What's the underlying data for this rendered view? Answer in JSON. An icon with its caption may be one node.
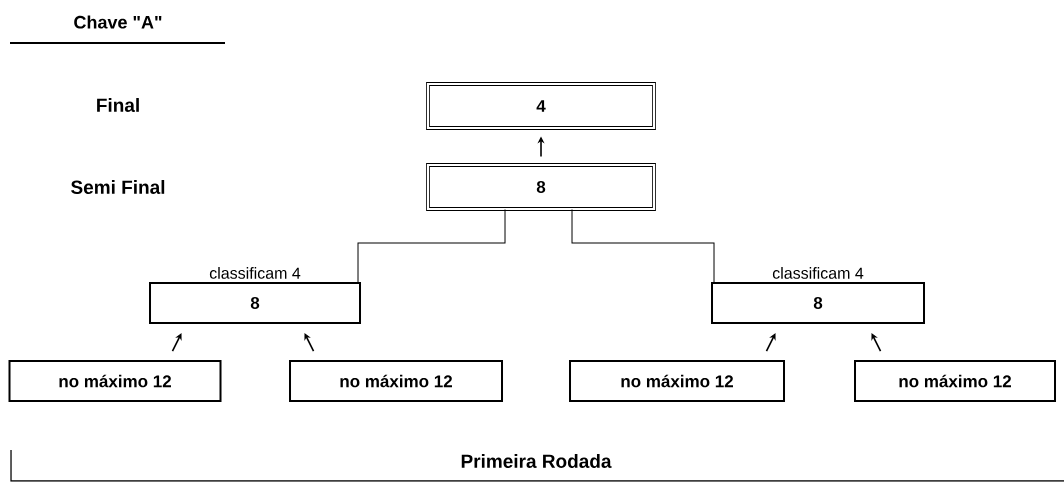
{
  "diagram": {
    "title": "Chave \"A\"",
    "nodes": [
      {
        "text": [
          "4"
        ]
      },
      {
        "text": [
          "8"
        ]
      },
      {
        "text": [
          "8"
        ],
        "beside": [
          "classificam 4"
        ]
      },
      {
        "text": [
          "8"
        ],
        "beside": [
          "classificam 4"
        ]
      },
      {
        "text": [
          "no máximo 12"
        ]
      },
      {
        "text": [
          "no máximo 12"
        ]
      },
      {
        "text": [
          "no máximo 12"
        ]
      },
      {
        "text": [
          "no máximo 12"
        ]
      }
    ],
    "edges": [
      {
        "from": 1,
        "to": 0,
        "arrow": "to"
      },
      {
        "from": 2,
        "to": 1,
        "arrow": "none"
      },
      {
        "from": 3,
        "to": 1,
        "arrow": "none"
      },
      {
        "from": 4,
        "to": 2,
        "arrow": "to"
      },
      {
        "from": 5,
        "to": 2,
        "arrow": "to"
      },
      {
        "from": 6,
        "to": 3,
        "arrow": "to"
      },
      {
        "from": 7,
        "to": 3,
        "arrow": "to"
      }
    ],
    "labels": [
      "Final",
      "Semi Final",
      "Primeira Rodada"
    ]
  }
}
